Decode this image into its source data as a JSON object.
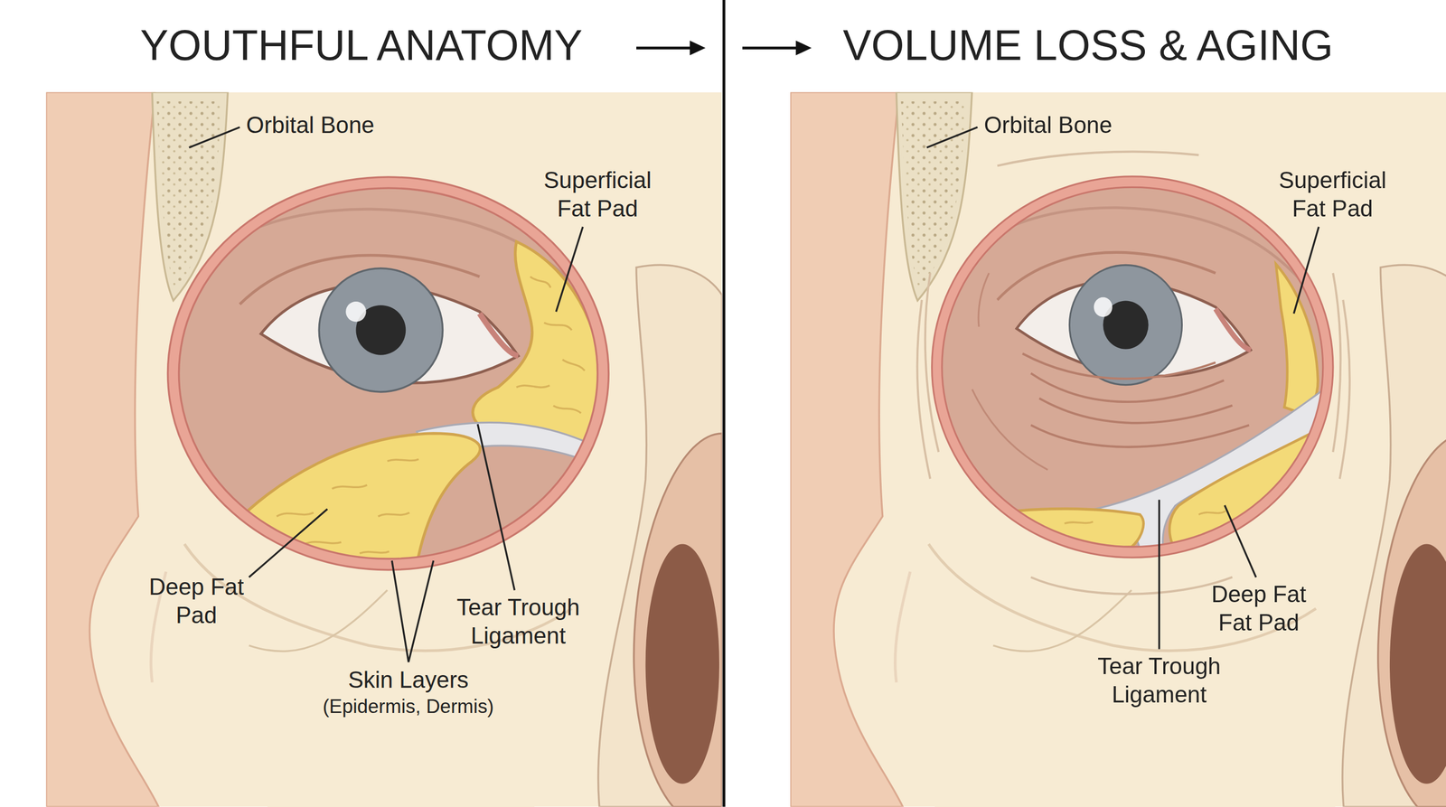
{
  "diagram": {
    "labels": [
      "YOUTHFUL ANATOMY",
      "VOLUME LOSS & AGING",
      "Orbital Bone",
      "Superficial Fat Pad",
      "Deep Fat Pad",
      "Tear Trough Ligament",
      "Skin Layers",
      "(Epidermis, Dermis)",
      "Orbital Bone",
      "Superficial Fat Pad",
      "Deep Fat Fat Pad",
      "Tear Trough Ligament"
    ]
  }
}
